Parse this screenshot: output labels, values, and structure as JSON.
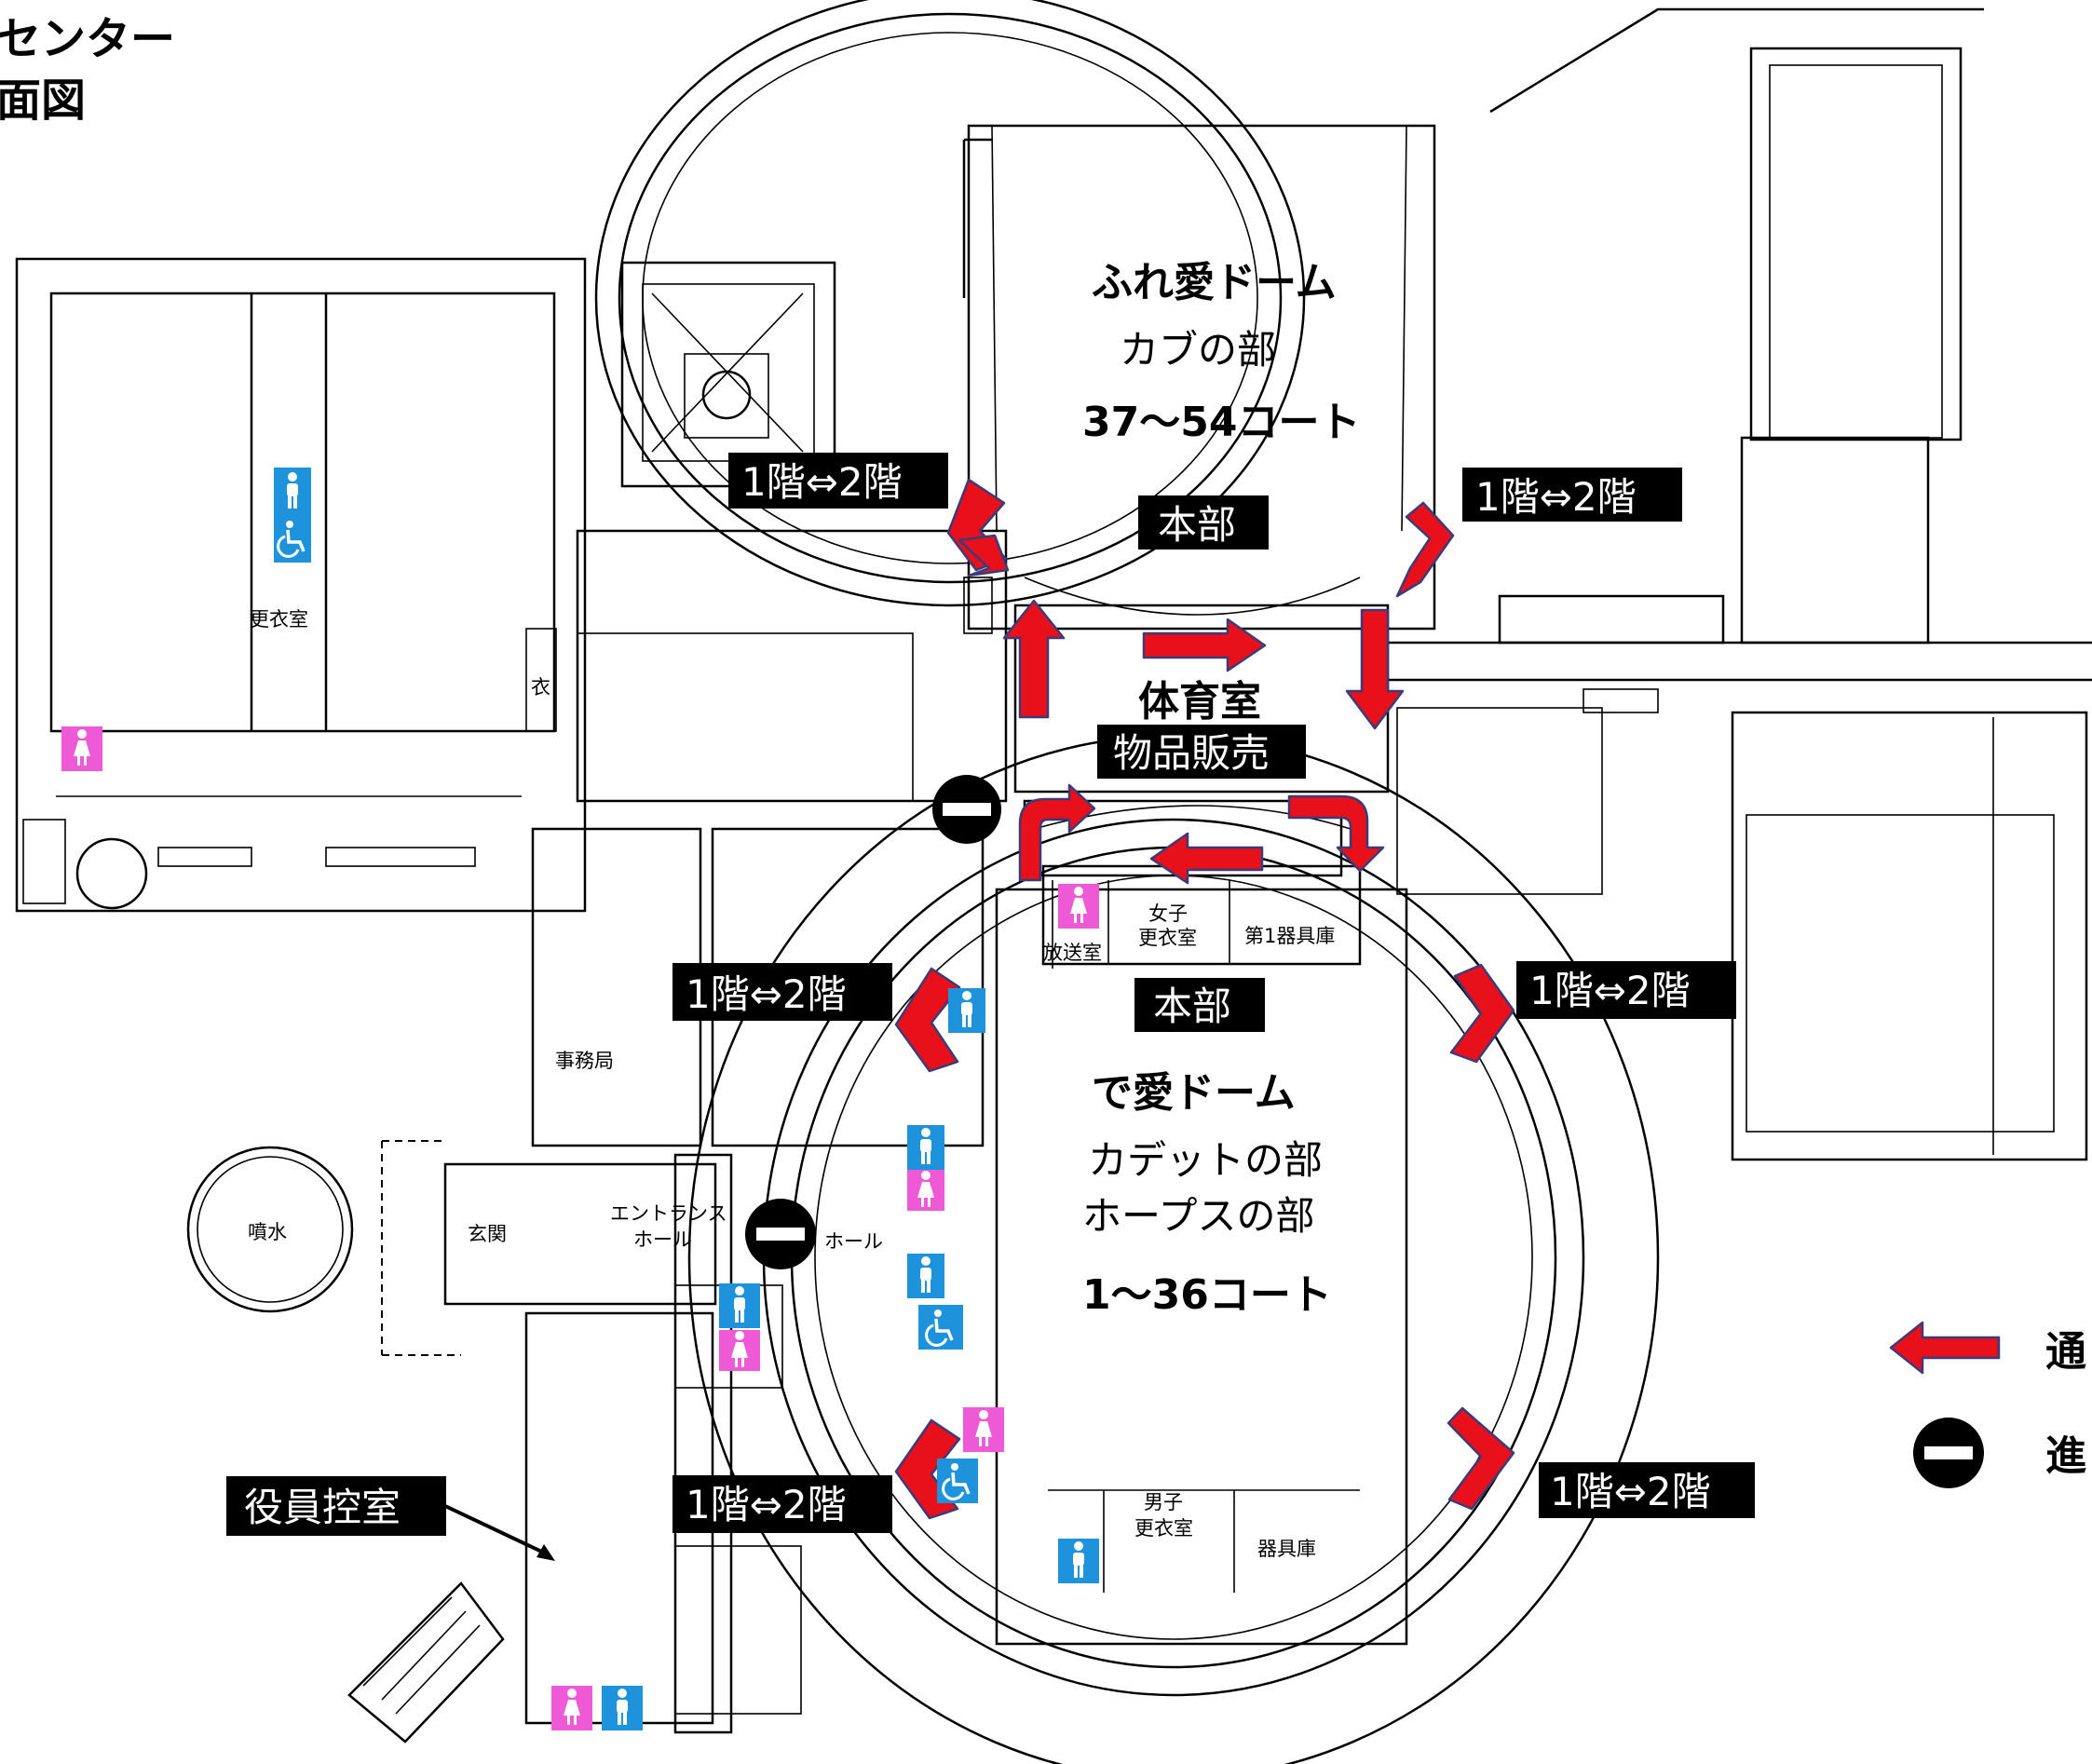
{
  "header": {
    "line1": "センター",
    "line2": "面図"
  },
  "zones": {
    "upper_dome": {
      "name": "ふれ愛ドーム",
      "division": "カブの部",
      "courts": "37～54コート"
    },
    "lower_dome": {
      "name": "で愛ドーム",
      "division1": "カデットの部",
      "division2": "ホープスの部",
      "courts": "1～36コート"
    },
    "gym": {
      "name": "体育室",
      "sales": "物品販売"
    }
  },
  "labels": {
    "hq_upper": "本部",
    "hq_lower": "本部",
    "stairs_nw": "1階⇔2階",
    "stairs_ne": "1階⇔2階",
    "stairs_w": "1階⇔2階",
    "stairs_e": "1階⇔2階",
    "stairs_sw": "1階⇔2階",
    "stairs_se": "1階⇔2階",
    "officer_room": "役員控室"
  },
  "rooms": {
    "changing_room": "更衣室",
    "cloak": "衣",
    "office": "事務局",
    "fountain": "噴水",
    "entrance": "玄関",
    "entrance_hall_1": "エントランス",
    "entrance_hall_2": "ホール",
    "hall": "ホール",
    "broadcast": "放送室",
    "women_changing_1": "女子",
    "women_changing_2": "更衣室",
    "equip_store_1": "第1器具庫",
    "men_changing_1": "男子",
    "men_changing_2": "更衣室",
    "equip_store": "器具庫"
  },
  "legend": {
    "passage": "通",
    "no_entry": "進"
  },
  "colors": {
    "arrow": "#e8101a",
    "arrow_outline": "#3b3b7a",
    "restroom_men": "#1e93dc",
    "restroom_women": "#ee5ad6",
    "label_box": "#000000"
  },
  "icons": [
    "men-restroom-icon",
    "women-restroom-icon",
    "wheelchair-icon",
    "no-entry-icon",
    "route-arrow-icon"
  ]
}
